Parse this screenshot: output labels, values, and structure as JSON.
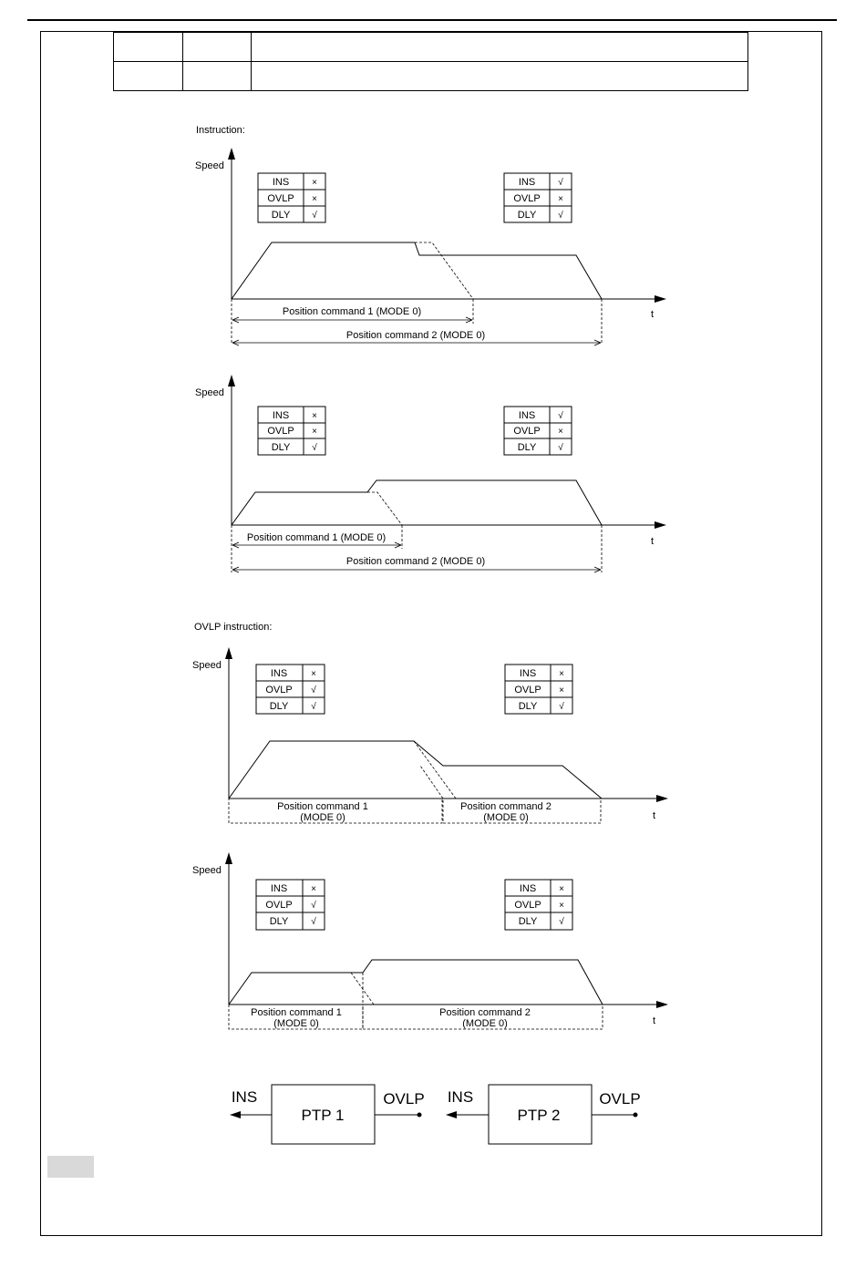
{
  "sections": {
    "instruction_title": "Instruction:",
    "ovlp_title": "OVLP instruction:"
  },
  "labels": {
    "speed": "Speed",
    "t": "t",
    "ins": "INS",
    "ovlp": "OVLP",
    "dly": "DLY",
    "cross": "×",
    "check": "√"
  },
  "diagrams": {
    "d1": {
      "cmd1": "Position command 1 (MODE 0)",
      "cmd2": "Position command 2 (MODE 0)",
      "left_table": [
        "×",
        "×",
        "√"
      ],
      "right_table": [
        "√",
        "×",
        "√"
      ]
    },
    "d2": {
      "cmd1": "Position command 1 (MODE 0)",
      "cmd2": "Position command 2 (MODE 0)",
      "left_table": [
        "×",
        "×",
        "√"
      ],
      "right_table": [
        "√",
        "×",
        "√"
      ]
    },
    "d3": {
      "cmd1_line1": "Position command 1",
      "cmd1_line2": "(MODE 0)",
      "cmd2_line1": "Position command 2",
      "cmd2_line2": "(MODE 0)",
      "left_table": [
        "×",
        "√",
        "√"
      ],
      "right_table": [
        "×",
        "×",
        "√"
      ]
    },
    "d4": {
      "cmd1_line1": "Position command 1",
      "cmd1_line2": "(MODE 0)",
      "cmd2_line1": "Position command 2",
      "cmd2_line2": "(MODE 0)",
      "left_table": [
        "×",
        "√",
        "√"
      ],
      "right_table": [
        "×",
        "×",
        "√"
      ]
    }
  },
  "ptp": {
    "ptp1": "PTP 1",
    "ptp2": "PTP 2",
    "ins": "INS",
    "ovlp": "OVLP"
  }
}
